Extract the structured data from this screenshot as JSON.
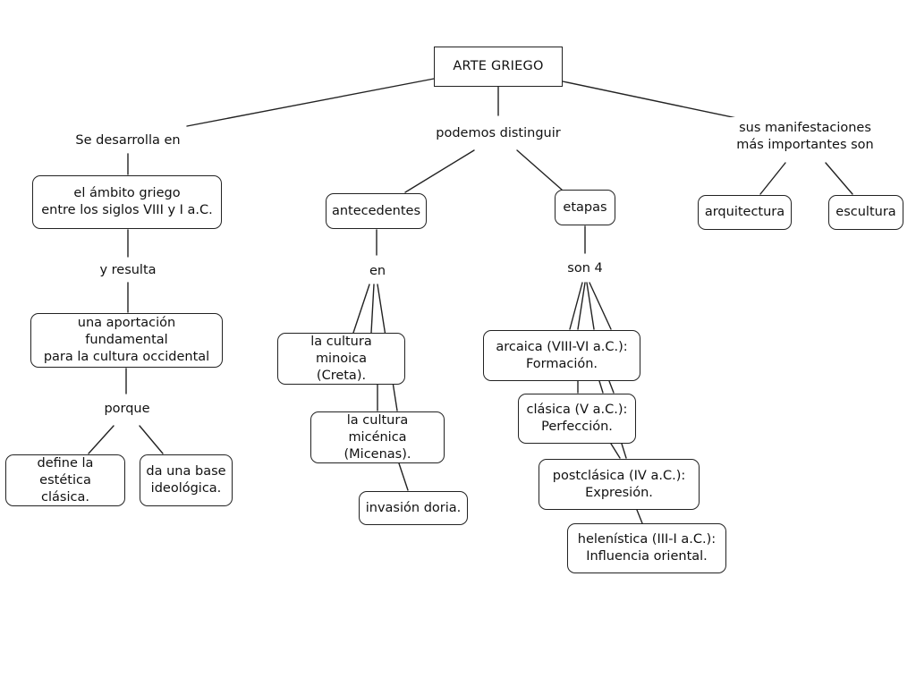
{
  "root": {
    "label": "ARTE GRIEGO"
  },
  "links": {
    "develops": "Se desarrolla en",
    "distinguish": "podemos distinguir",
    "manifestations": "sus manifestaciones\nmás importantes son",
    "results": "y resulta",
    "because": "porque",
    "in": "en",
    "four": "son 4"
  },
  "concepts": {
    "greek_scope": "el ámbito griego\nentre los siglos VIII y I a.C.",
    "contribution": "una aportación fundamental\npara la cultura occidental",
    "aesthetic": "define la estética\nclásica.",
    "ideological": "da una base\nideológica.",
    "antecedents": "antecedentes",
    "minoan": "la cultura minoica\n(Creta).",
    "mycenaean": "la cultura micénica\n(Micenas).",
    "dorian": "invasión doria.",
    "stages": "etapas",
    "archaic": "arcaica (VIII-VI a.C.):\nFormación.",
    "classical": "clásica (V a.C.):\nPerfección.",
    "postclassical": "postclásica (IV a.C.):\nExpresión.",
    "hellenistic": "helenística (III-I a.C.):\nInfluencia oriental.",
    "architecture": "arquitectura",
    "sculpture": "escultura"
  }
}
